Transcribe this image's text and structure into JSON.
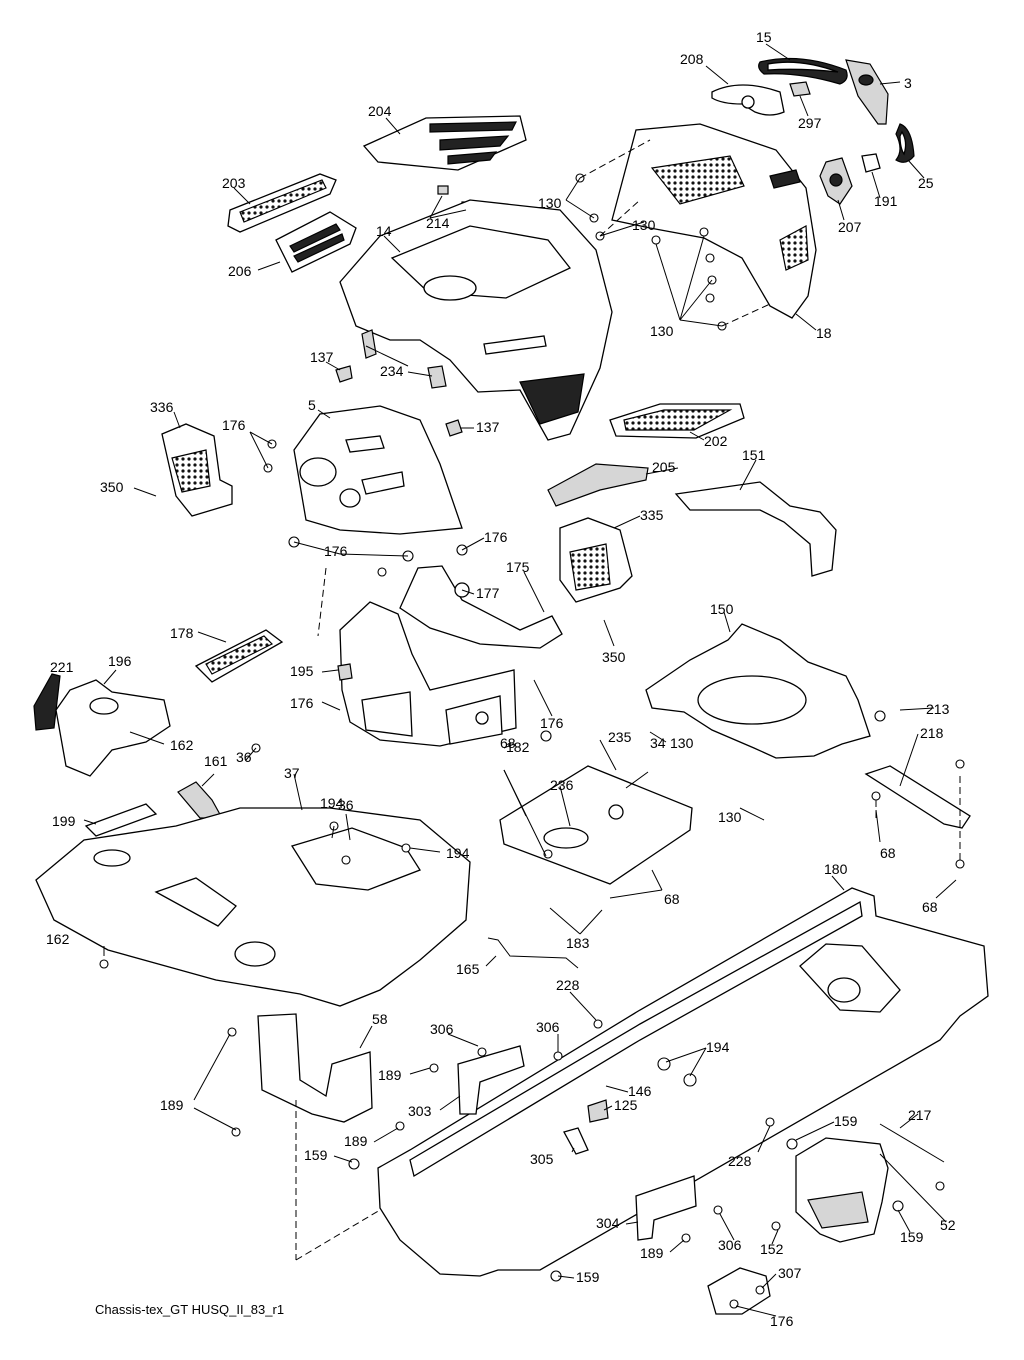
{
  "caption": "Chassis-tex_GT HUSQ_II_83_r1",
  "callouts": [
    {
      "text": "15"
    },
    {
      "text": "208"
    },
    {
      "text": "3"
    },
    {
      "text": "297"
    },
    {
      "text": "204"
    },
    {
      "text": "25"
    },
    {
      "text": "203"
    },
    {
      "text": "130"
    },
    {
      "text": "207"
    },
    {
      "text": "191"
    },
    {
      "text": "214"
    },
    {
      "text": "14"
    },
    {
      "text": "130"
    },
    {
      "text": "206"
    },
    {
      "text": "130"
    },
    {
      "text": "18"
    },
    {
      "text": "137"
    },
    {
      "text": "234"
    },
    {
      "text": "336"
    },
    {
      "text": "5"
    },
    {
      "text": "137"
    },
    {
      "text": "202"
    },
    {
      "text": "176"
    },
    {
      "text": "205"
    },
    {
      "text": "151"
    },
    {
      "text": "350"
    },
    {
      "text": "176"
    },
    {
      "text": "335"
    },
    {
      "text": "176"
    },
    {
      "text": "175"
    },
    {
      "text": "177"
    },
    {
      "text": "350"
    },
    {
      "text": "178"
    },
    {
      "text": "150"
    },
    {
      "text": "221"
    },
    {
      "text": "196"
    },
    {
      "text": "195"
    },
    {
      "text": "176"
    },
    {
      "text": "176"
    },
    {
      "text": "130"
    },
    {
      "text": "213"
    },
    {
      "text": "162"
    },
    {
      "text": "182"
    },
    {
      "text": "36"
    },
    {
      "text": "37"
    },
    {
      "text": "161"
    },
    {
      "text": "235"
    },
    {
      "text": "68"
    },
    {
      "text": "34"
    },
    {
      "text": "218"
    },
    {
      "text": "194"
    },
    {
      "text": "236"
    },
    {
      "text": "36"
    },
    {
      "text": "199"
    },
    {
      "text": "130"
    },
    {
      "text": "194"
    },
    {
      "text": "68"
    },
    {
      "text": "180"
    },
    {
      "text": "68"
    },
    {
      "text": "68"
    },
    {
      "text": "162"
    },
    {
      "text": "183"
    },
    {
      "text": "165"
    },
    {
      "text": "228"
    },
    {
      "text": "58"
    },
    {
      "text": "306"
    },
    {
      "text": "306"
    },
    {
      "text": "194"
    },
    {
      "text": "189"
    },
    {
      "text": "146"
    },
    {
      "text": "189"
    },
    {
      "text": "303"
    },
    {
      "text": "125"
    },
    {
      "text": "159"
    },
    {
      "text": "217"
    },
    {
      "text": "189"
    },
    {
      "text": "228"
    },
    {
      "text": "159"
    },
    {
      "text": "305"
    },
    {
      "text": "52"
    },
    {
      "text": "304"
    },
    {
      "text": "159"
    },
    {
      "text": "152"
    },
    {
      "text": "189"
    },
    {
      "text": "306"
    },
    {
      "text": "159"
    },
    {
      "text": "307"
    },
    {
      "text": "176"
    }
  ]
}
